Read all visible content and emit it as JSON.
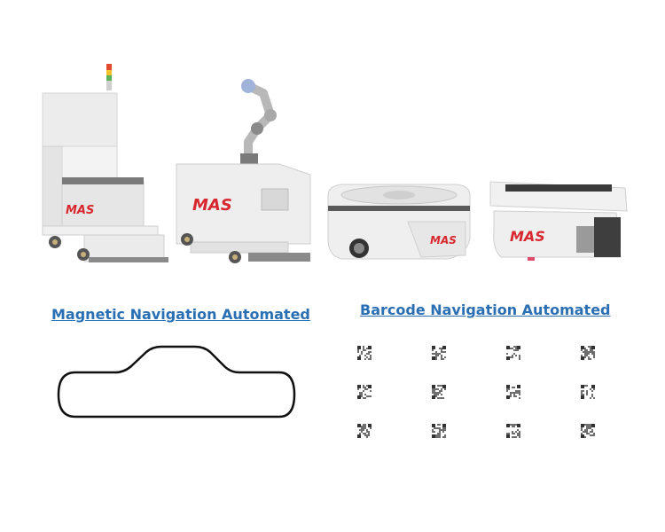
{
  "headings": {
    "magnetic": "Magnetic Navigation Automated",
    "barcode": "Barcode Navigation Automated"
  },
  "robots": [
    {
      "name": "cart-agv",
      "logo": "MAS"
    },
    {
      "name": "cobot-agv",
      "logo": "MAS"
    },
    {
      "name": "lift-agv",
      "logo": "MAS"
    },
    {
      "name": "conveyor-agv",
      "logo": "MAS"
    }
  ],
  "barcode_grid": {
    "rows": 3,
    "columns": 4
  },
  "colors": {
    "heading": "#2a6fb3",
    "logo_red": "#d8282f",
    "robot_body": "#e9e9e9",
    "robot_dark": "#6a6a6a",
    "track_line": "#111111"
  },
  "icons": {
    "barcode_marker": "qr-code-icon",
    "track": "magnetic-track-path"
  }
}
